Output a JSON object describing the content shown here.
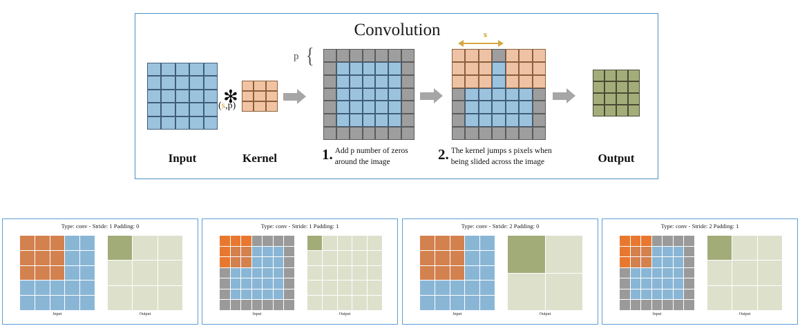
{
  "diagram": {
    "title": "Convolution",
    "labels": {
      "input": "Input",
      "kernel": "Kernel",
      "output": "Output",
      "operator": "✻",
      "params": "(s,p)",
      "params_s": "s",
      "params_rest": ",p)",
      "params_open": "(",
      "padding_marker": "p",
      "stride_marker": "s"
    },
    "steps": [
      {
        "num": "1.",
        "text": "Add p number of zeros around the image"
      },
      {
        "num": "2.",
        "text": "The kernel jumps s pixels when being slided across the image"
      }
    ],
    "grids": {
      "input": {
        "rows": 5,
        "cols": 5,
        "color": "#9cc3de"
      },
      "kernel": {
        "rows": 3,
        "cols": 3,
        "color": "#f2c3a2"
      },
      "padded": {
        "rows": 7,
        "cols": 7,
        "pad": 1,
        "pad_color": "#9e9e9e",
        "core_color": "#9cc3de"
      },
      "stride": {
        "rows": 7,
        "cols": 7,
        "kernel_positions": [
          0,
          4
        ],
        "kernel_color": "#eec2a4"
      },
      "output": {
        "rows": 4,
        "cols": 4,
        "color": "#a3ad7a"
      }
    },
    "colors": {
      "border": "#4a90c4",
      "blue": "#9cc3de",
      "orange": "#f2c3a2",
      "gray": "#9e9e9e",
      "olive": "#a3ad7a",
      "arrow": "#a6a6a6",
      "gold": "#d4a842"
    }
  },
  "panels": [
    {
      "title": "Type: conv  -  Stride: 1  Padding: 0",
      "type": "conv",
      "stride": 1,
      "padding": 0,
      "input_label": "Input",
      "output_label": "Output",
      "input": {
        "rows": 5,
        "cols": 5,
        "pad": 0,
        "kernel": 3,
        "kernel_row": 0,
        "kernel_col": 0
      },
      "output": {
        "rows": 3,
        "cols": 3,
        "hi_row": 0,
        "hi_col": 0
      }
    },
    {
      "title": "Type: conv  -  Stride: 1  Padding: 1",
      "type": "conv",
      "stride": 1,
      "padding": 1,
      "input_label": "Input",
      "output_label": "Output",
      "input": {
        "rows": 7,
        "cols": 7,
        "pad": 1,
        "kernel": 3,
        "kernel_row": 0,
        "kernel_col": 0
      },
      "output": {
        "rows": 5,
        "cols": 5,
        "hi_row": 0,
        "hi_col": 0
      }
    },
    {
      "title": "Type: conv  -  Stride: 2  Padding: 0",
      "type": "conv",
      "stride": 2,
      "padding": 0,
      "input_label": "Input",
      "output_label": "Output",
      "input": {
        "rows": 5,
        "cols": 5,
        "pad": 0,
        "kernel": 3,
        "kernel_row": 0,
        "kernel_col": 0
      },
      "output": {
        "rows": 2,
        "cols": 2,
        "hi_row": 0,
        "hi_col": 0
      }
    },
    {
      "title": "Type: conv  -  Stride: 2  Padding: 1",
      "type": "conv",
      "stride": 2,
      "padding": 1,
      "input_label": "Input",
      "output_label": "Output",
      "input": {
        "rows": 7,
        "cols": 7,
        "pad": 1,
        "kernel": 3,
        "kernel_row": 0,
        "kernel_col": 0
      },
      "output": {
        "rows": 3,
        "cols": 3,
        "hi_row": 0,
        "hi_col": 0
      }
    }
  ]
}
